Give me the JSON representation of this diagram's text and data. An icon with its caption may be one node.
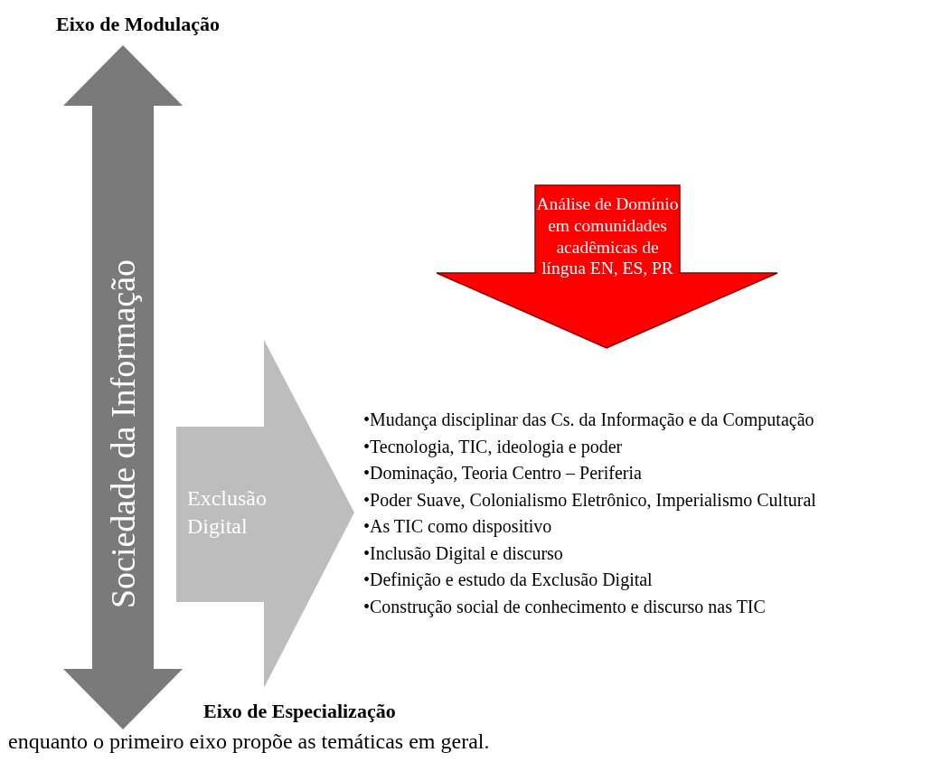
{
  "diagram": {
    "nodes": [
      {
        "text": [
          "Sociedade da Informação"
        ]
      },
      {
        "text": [
          "Exclusão Digital"
        ]
      },
      {
        "text": [
          "Análise de Domínio em comunidades acadêmicas de língua EN, ES, PR"
        ]
      }
    ],
    "edges": [],
    "labels": [
      "Eixo de Modulação",
      "•Mudança disciplinar das Cs. da Informação e da Computação",
      "•Tecnologia, TIC, ideologia e poder",
      "•Dominação, Teoria Centro – Periferia",
      "•Poder Suave, Colonialismo Eletrônico, Imperialismo Cultural",
      "•As TIC como dispositivo",
      "•Inclusão Digital e discurso",
      "•Definição e estudo da Exclusão Digital",
      "•Construção social de conhecimento e discurso nas TIC",
      "Eixo de Especialização",
      "enquanto o primeiro eixo propõe as temáticas em geral."
    ]
  }
}
